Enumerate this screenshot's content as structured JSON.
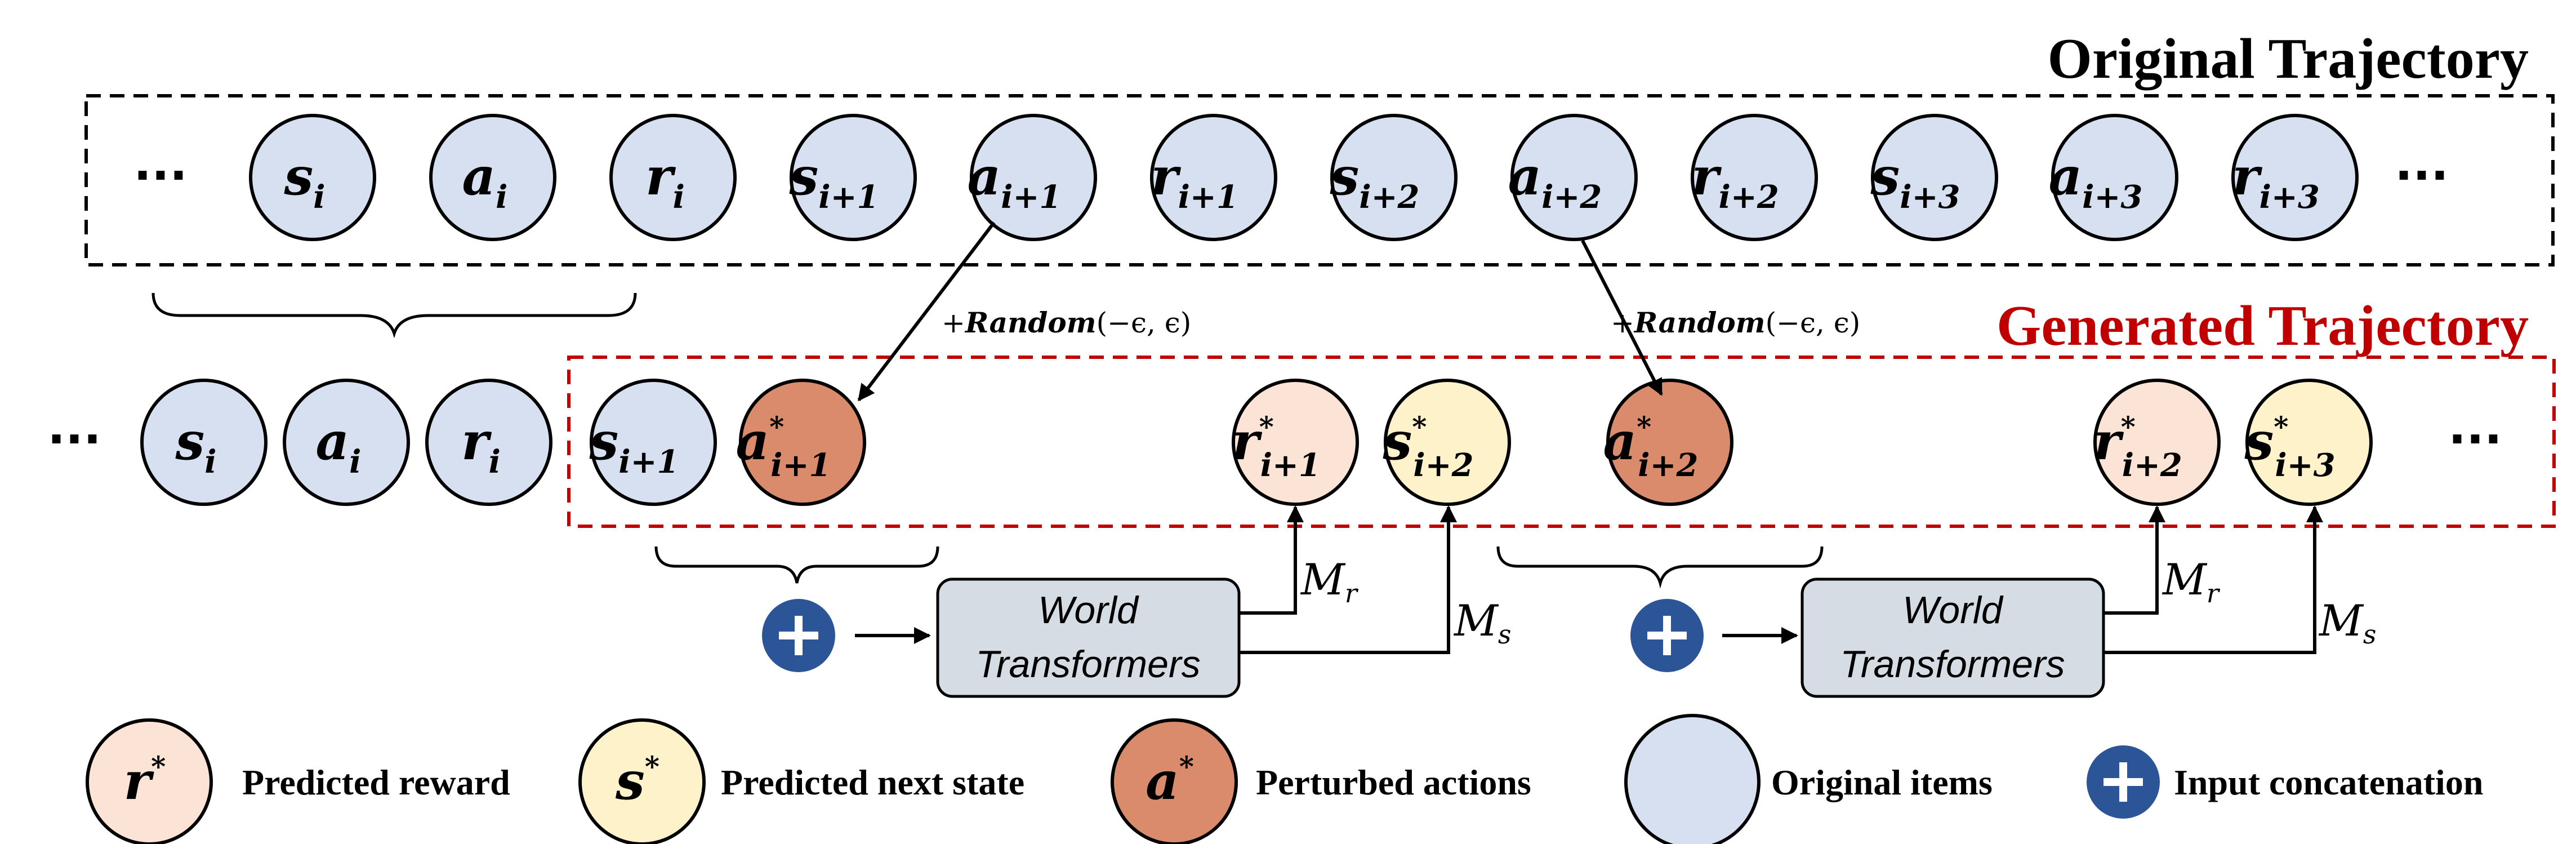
{
  "titles": {
    "original": "Original Trajectory",
    "generated": "Generated Trajectory"
  },
  "ellipsis": "···",
  "noise": {
    "plus": "+",
    "fn": "Random",
    "args": "(−ϵ, ϵ)"
  },
  "original_tokens": [
    {
      "base": "s",
      "sub": "i",
      "kind": "original"
    },
    {
      "base": "a",
      "sub": "i",
      "kind": "original"
    },
    {
      "base": "r",
      "sub": "i",
      "kind": "original"
    },
    {
      "base": "s",
      "sub": "i+1",
      "kind": "original"
    },
    {
      "base": "a",
      "sub": "i+1",
      "kind": "original"
    },
    {
      "base": "r",
      "sub": "i+1",
      "kind": "original"
    },
    {
      "base": "s",
      "sub": "i+2",
      "kind": "original"
    },
    {
      "base": "a",
      "sub": "i+2",
      "kind": "original"
    },
    {
      "base": "r",
      "sub": "i+2",
      "kind": "original"
    },
    {
      "base": "s",
      "sub": "i+3",
      "kind": "original"
    },
    {
      "base": "a",
      "sub": "i+3",
      "kind": "original"
    },
    {
      "base": "r",
      "sub": "i+3",
      "kind": "original"
    }
  ],
  "context_tokens": [
    {
      "base": "s",
      "sub": "i",
      "kind": "original"
    },
    {
      "base": "a",
      "sub": "i",
      "kind": "original"
    },
    {
      "base": "r",
      "sub": "i",
      "kind": "original"
    }
  ],
  "generated_tokens": [
    {
      "base": "s",
      "sub": "i+1",
      "sup": "",
      "kind": "original"
    },
    {
      "base": "a",
      "sub": "i+1",
      "sup": "*",
      "kind": "perturbed"
    },
    {
      "base": "r",
      "sub": "i+1",
      "sup": "*",
      "kind": "reward"
    },
    {
      "base": "s",
      "sub": "i+2",
      "sup": "*",
      "kind": "state"
    },
    {
      "base": "a",
      "sub": "i+2",
      "sup": "*",
      "kind": "perturbed"
    },
    {
      "base": "r",
      "sub": "i+2",
      "sup": "*",
      "kind": "reward"
    },
    {
      "base": "s",
      "sub": "i+3",
      "sup": "*",
      "kind": "state"
    }
  ],
  "world_model": {
    "line1": "World",
    "line2": "Transformers",
    "reward_head": {
      "base": "M",
      "sub": "r"
    },
    "state_head": {
      "base": "M",
      "sub": "s"
    }
  },
  "legend": [
    {
      "kind": "reward",
      "base": "r",
      "sup": "*",
      "label": "Predicted reward"
    },
    {
      "kind": "state",
      "base": "s",
      "sup": "*",
      "label": "Predicted next state"
    },
    {
      "kind": "perturbed",
      "base": "a",
      "sup": "*",
      "label": "Perturbed actions"
    },
    {
      "kind": "original",
      "base": "",
      "sup": "",
      "label": "Original items"
    },
    {
      "kind": "concat",
      "base": "+",
      "sup": "",
      "label": "Input concatenation"
    }
  ],
  "colors": {
    "original": "#D6E0F0",
    "reward": "#FBE3D6",
    "state": "#FEF2CB",
    "perturbed": "#D98B6B",
    "concat": "#2C5597",
    "box": "#D6DCE4",
    "generated_border": "#C00000",
    "generated_title": "#C00000"
  }
}
